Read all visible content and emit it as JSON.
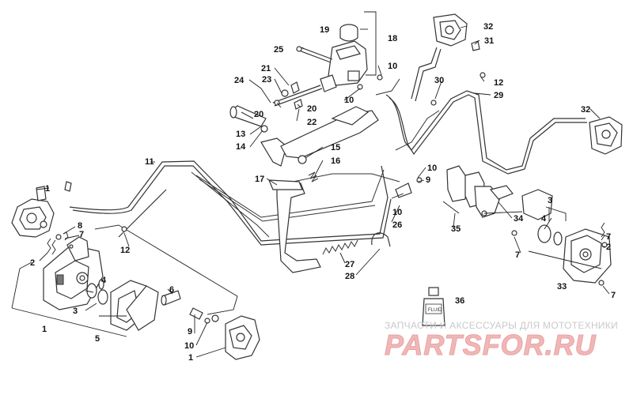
{
  "diagram": {
    "callouts": [
      "1",
      "1",
      "1",
      "2",
      "2",
      "3",
      "3",
      "4",
      "4",
      "5",
      "6",
      "7",
      "7",
      "7",
      "7",
      "8",
      "9",
      "9",
      "10",
      "10",
      "10",
      "10",
      "10",
      "11",
      "12",
      "12",
      "13",
      "14",
      "15",
      "16",
      "17",
      "18",
      "19",
      "20",
      "20",
      "21",
      "22",
      "23",
      "24",
      "25",
      "26",
      "27",
      "28",
      "29",
      "30",
      "31",
      "32",
      "32",
      "33",
      "34",
      "35",
      "36"
    ]
  },
  "watermark": {
    "subtitle": "ЗАПЧАСТИ И АКСЕССУАРЫ ДЛЯ МОТОТЕХНИКИ",
    "logo": "PARTSFOR.RU",
    "color": "#f0b7b7"
  }
}
